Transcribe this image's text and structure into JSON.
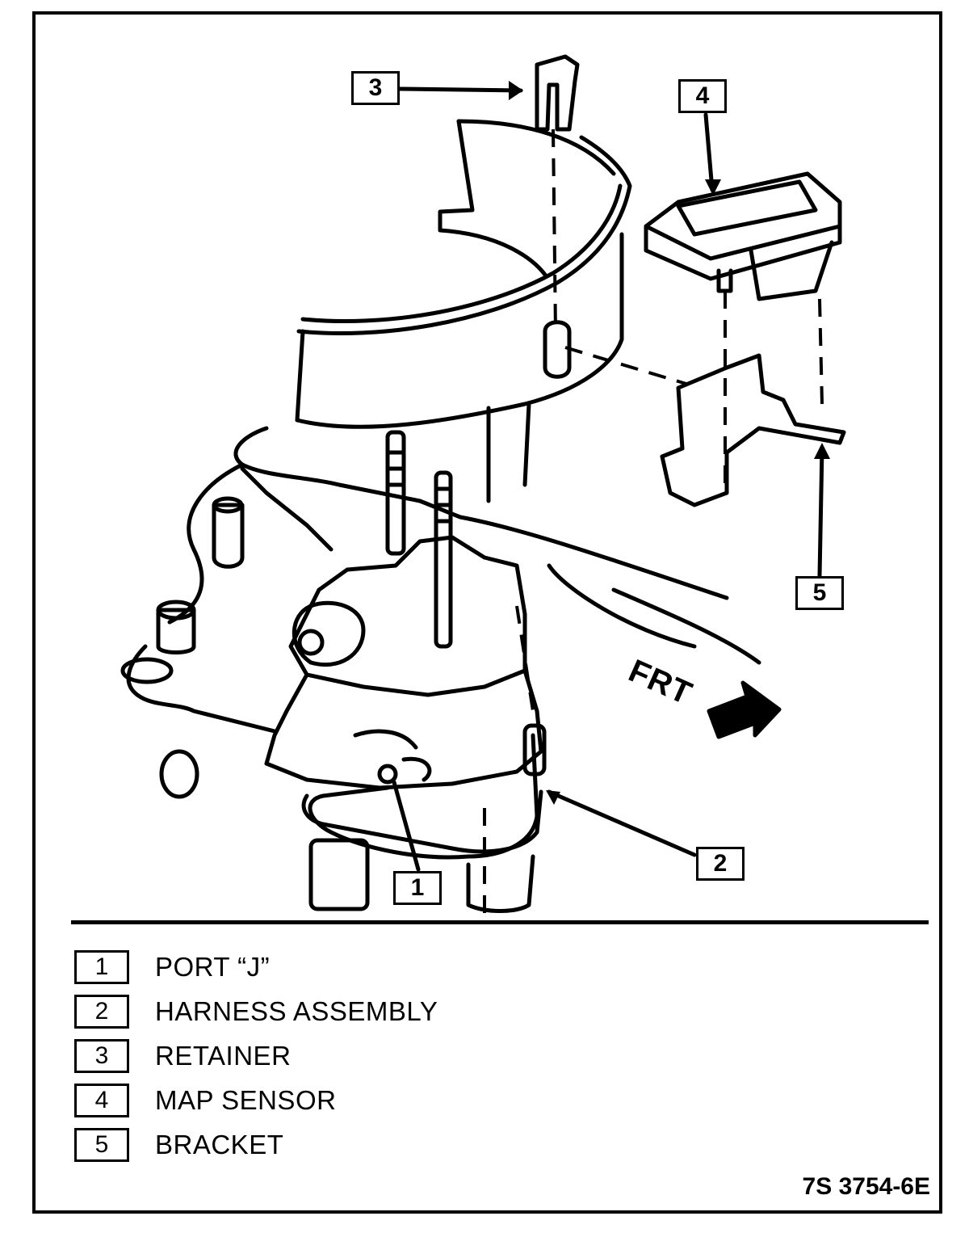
{
  "callouts": [
    "1",
    "2",
    "3",
    "4",
    "5"
  ],
  "front_label": "FRT",
  "legend": [
    {
      "num": "1",
      "label": "PORT “J”"
    },
    {
      "num": "2",
      "label": "HARNESS ASSEMBLY"
    },
    {
      "num": "3",
      "label": "RETAINER"
    },
    {
      "num": "4",
      "label": "MAP SENSOR"
    },
    {
      "num": "5",
      "label": "BRACKET"
    }
  ],
  "figure_code": "7S 3754-6E"
}
